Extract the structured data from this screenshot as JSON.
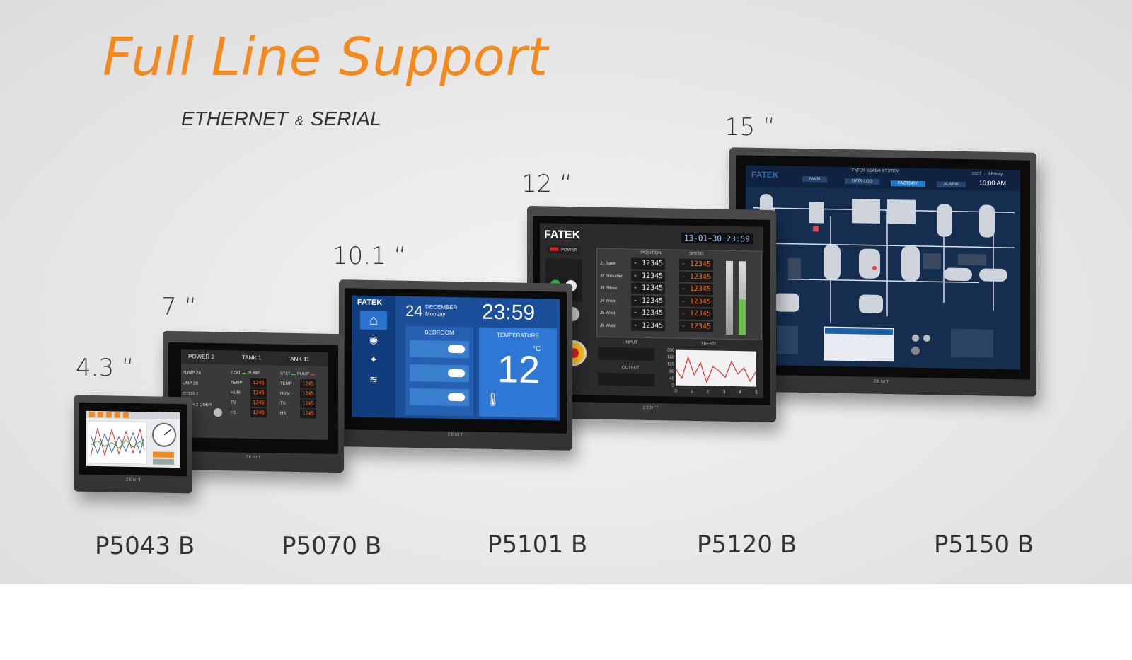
{
  "headline": "Full Line Support",
  "subline": {
    "left": "ETHERNET",
    "amp": "&",
    "right": "SERIAL"
  },
  "brand": "ZENIT",
  "products": [
    {
      "size": "4.3 “",
      "model": "P5043 B"
    },
    {
      "size": "7 “",
      "model": "P5070 B"
    },
    {
      "size": "10.1 “",
      "model": "P5101 B"
    },
    {
      "size": "12 “",
      "model": "P5120 B"
    },
    {
      "size": "15 “",
      "model": "P5150 B"
    }
  ],
  "p5070": {
    "cols": [
      "POWER 2",
      "TANK 1",
      "TANK 11"
    ],
    "left_rows": [
      "PUMP 2A",
      "UMP 2B",
      "OTOR 2",
      "OTOR 2 ODER"
    ],
    "row_labels": [
      "TEMP",
      "HUM",
      "TS",
      "HS"
    ],
    "stat": "STAT",
    "pump": "PUMP",
    "value": "1245"
  },
  "p5101": {
    "logo": "FATEK",
    "day": "24",
    "month": "DECEMBER",
    "weekday": "Monday",
    "time": "23:59",
    "room": "BEDROOM",
    "temp_label": "TEMPERATURE",
    "temp_value": "12",
    "unit": "°C"
  },
  "p5120": {
    "logo": "FATEK",
    "power": "POWER",
    "clock": "13-01-30 23:59",
    "position": "POSITION",
    "speed": "SPEED",
    "axes": [
      "J1 Base",
      "J2 Shoulder",
      "J3 Elbow",
      "J4 Wrist",
      "J5 Wrist",
      "J6 Wrist"
    ],
    "value": "- 12345",
    "input": "INPUT",
    "output": "OUTPUT",
    "trend": "TREND",
    "trend_y": [
      "200",
      "160",
      "120",
      "80",
      "40",
      "0"
    ],
    "trend_x": [
      "0",
      "1",
      "2",
      "3",
      "4",
      "5"
    ],
    "trend_values": [
      95,
      40,
      160,
      60,
      130,
      20,
      110,
      85,
      50,
      140,
      70,
      105,
      30,
      90
    ],
    "trend_color": "#e0302a"
  },
  "p5150": {
    "logo": "FATEK",
    "title": "FaTEK SCADA SYSTEM",
    "tabs": [
      "MAIN",
      "DATA LOG",
      "FACTORY",
      "ALARM"
    ],
    "date": "2021 ... 8  Friday",
    "time": "10:00 AM"
  }
}
